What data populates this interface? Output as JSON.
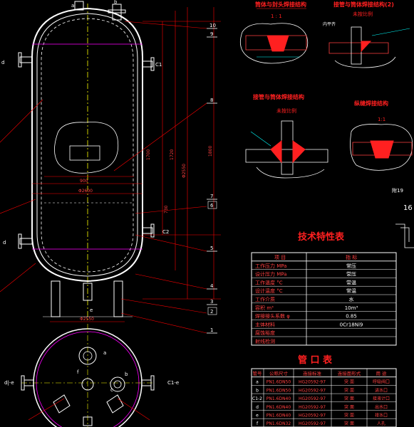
{
  "detail_titles": {
    "weld_a": "筒体与封头焊接结构",
    "weld_a_scale": "1 : 1",
    "weld_b": "接管与筒体焊接结构(2)",
    "weld_b_sub": "未按比例",
    "weld_b_label": "内平齐",
    "weld_c": "接管与筒体焊接结构",
    "weld_c_sub": "未按比例",
    "weld_d": "纵缝焊接结构",
    "weld_d_scale": "1:1",
    "note_num": "附19",
    "note_num2": "16"
  },
  "tech_table": {
    "title": "技术特性表",
    "header": [
      "项 目",
      "指 标"
    ],
    "rows": [
      [
        "工作压力 MPa",
        "常压"
      ],
      [
        "设计压力 MPa",
        "常压"
      ],
      [
        "工作温度 °C",
        "常温"
      ],
      [
        "设计温度 °C",
        "常温"
      ],
      [
        "工作介质",
        "水"
      ],
      [
        "容积 m³",
        "10m³"
      ],
      [
        "焊接接头系数 φ",
        "0.85"
      ],
      [
        "主体材料",
        "0Cr18Ni9"
      ],
      [
        "腐蚀裕度",
        ""
      ],
      [
        "射线检测",
        ""
      ]
    ]
  },
  "nozzle_table": {
    "title": "管 口 表",
    "header": [
      "管号",
      "公称尺寸",
      "连接标准",
      "连接面形式",
      "用 途"
    ],
    "rows": [
      [
        "a",
        "PN1.6DN50",
        "HG20592-97",
        "突 面",
        "呼吸阀口"
      ],
      [
        "b",
        "PN1.6DN50",
        "HG20592-97",
        "突 面",
        "进水口"
      ],
      [
        "C1-2",
        "PN1.6DN40",
        "HG20592-97",
        "突 面",
        "接液计口"
      ],
      [
        "d",
        "PN1.6DN40",
        "HG20592-97",
        "突 面",
        "出水口"
      ],
      [
        "e",
        "PN1.6DN40",
        "HG20592-97",
        "突 面",
        "排水口"
      ],
      [
        "f",
        "PN1.6DN32",
        "HG20592-97",
        "突 面",
        "人孔"
      ]
    ]
  },
  "callouts": [
    "10",
    "9",
    "8",
    "7",
    "6",
    "5",
    "4",
    "3",
    "2",
    "1"
  ],
  "dims": {
    "d1": "1700",
    "d2": "1800",
    "d3": "Φ2550",
    "d4": "Φ2600",
    "d5": "1720",
    "d6": "900",
    "d7": "730",
    "total": "Φ2550"
  },
  "nozzle_labels": {
    "a": "a",
    "b": "b",
    "c1": "C1",
    "c2": "C2",
    "d": "d",
    "e": "e",
    "plan_left": "d|-e",
    "plan_right": "C1-e",
    "plan_a": "a",
    "plan_b": "b",
    "plan_c": "c",
    "plan_f": "f"
  },
  "colors": {
    "background": "#000000",
    "vessel": "#ffffff",
    "center": "#ffff00",
    "dim": "#ff0000",
    "leader": "#ff0000",
    "cyan": "#00ffff",
    "magenta": "#ff00ff",
    "green": "#00ff00",
    "text_red": "#ff2020",
    "table_text": "#ff4040"
  }
}
